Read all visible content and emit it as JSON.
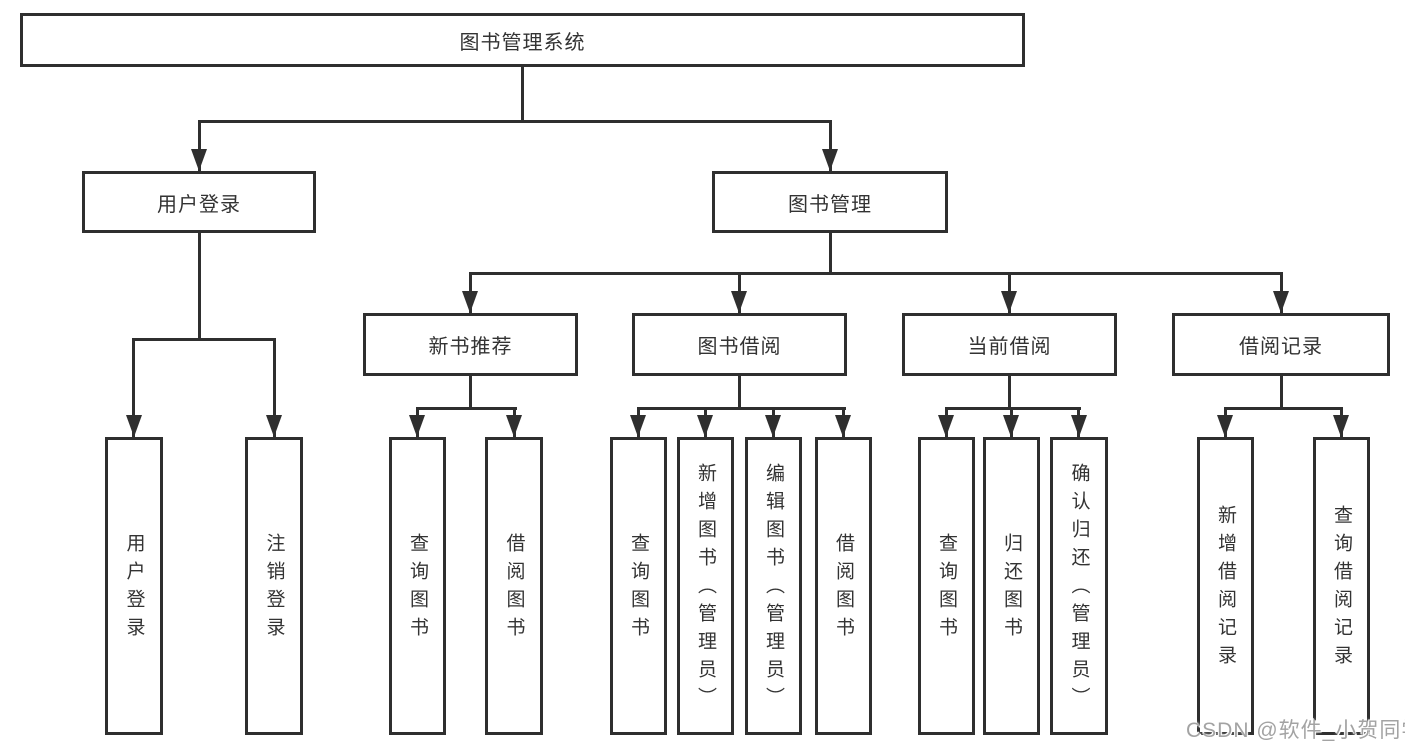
{
  "diagram": {
    "type": "tree",
    "root": "图书管理系统",
    "children": [
      {
        "label": "用户登录",
        "children": [
          "用户登录",
          "注销登录"
        ]
      },
      {
        "label": "图书管理",
        "children": [
          {
            "label": "新书推荐",
            "children": [
              "查询图书",
              "借阅图书"
            ]
          },
          {
            "label": "图书借阅",
            "children": [
              "查询图书",
              "新增图书（管理员）",
              "编辑图书（管理员）",
              "借阅图书"
            ]
          },
          {
            "label": "当前借阅",
            "children": [
              "查询图书",
              "归还图书",
              "确认归还（管理员）"
            ]
          },
          {
            "label": "借阅记录",
            "children": [
              "新增借阅记录",
              "查询借阅记录"
            ]
          }
        ]
      }
    ]
  },
  "watermark": "CSDN @软件_小贺同学",
  "colors": {
    "line": "#2f2f2f",
    "text": "#333333",
    "watermark": "#a3a3a3",
    "background": "#ffffff"
  }
}
